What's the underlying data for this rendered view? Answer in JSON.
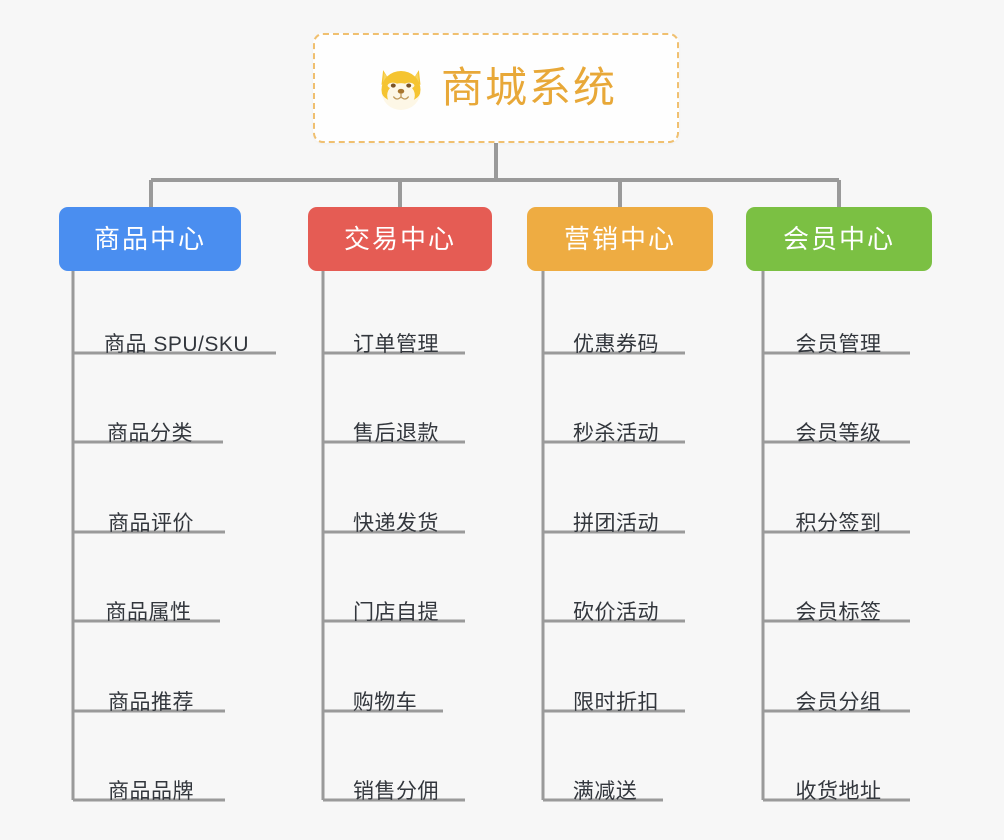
{
  "theme": {
    "background": "#f7f7f7",
    "root_border": "#f0c070",
    "root_text": "#e8a838",
    "connector": "#9a9a9a",
    "leaf_text": "#33373d"
  },
  "root": {
    "title": "商城系统",
    "icon": "shiba-dog-icon"
  },
  "branches": [
    {
      "label": "商品中心",
      "color": "#4a8ef0",
      "children": [
        "商品 SPU/SKU",
        "商品分类",
        "商品评价",
        "商品属性",
        "商品推荐",
        "商品品牌"
      ]
    },
    {
      "label": "交易中心",
      "color": "#e55c54",
      "children": [
        "订单管理",
        "售后退款",
        "快递发货",
        "门店自提",
        "购物车",
        "销售分佣"
      ]
    },
    {
      "label": "营销中心",
      "color": "#eeac42",
      "children": [
        "优惠券码",
        "秒杀活动",
        "拼团活动",
        "砍价活动",
        "限时折扣",
        "满减送"
      ]
    },
    {
      "label": "会员中心",
      "color": "#7bc043",
      "children": [
        "会员管理",
        "会员等级",
        "积分签到",
        "会员标签",
        "会员分组",
        "收货地址"
      ]
    }
  ]
}
